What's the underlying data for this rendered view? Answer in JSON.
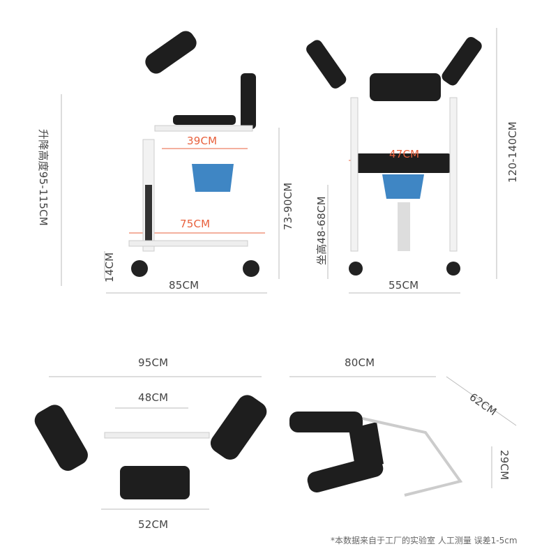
{
  "colors": {
    "dimension_text": "#444444",
    "accent": "#e8603c",
    "frame": "#f2f2f2",
    "cushion": "#1e1e1e",
    "bucket": "#3f86c4"
  },
  "side_view": {
    "lift_height": "升降高度95-115CM",
    "seat_width": "39CM",
    "seat_height": "73-90CM",
    "base_length": "75CM",
    "wheel_height": "14CM",
    "total_length": "85CM"
  },
  "front_view": {
    "seat_width": "47CM",
    "seat_height": "坐高48-68CM",
    "total_height": "120-140CM",
    "total_width": "55CM"
  },
  "top_view": {
    "total_width": "95CM",
    "inner_width": "48CM",
    "base_width": "52CM"
  },
  "angled_view": {
    "length": "80CM",
    "depth": "62CM",
    "height": "29CM"
  },
  "footnote": "*本数据来自于工厂的实验室 人工测量 误差1-5cm"
}
